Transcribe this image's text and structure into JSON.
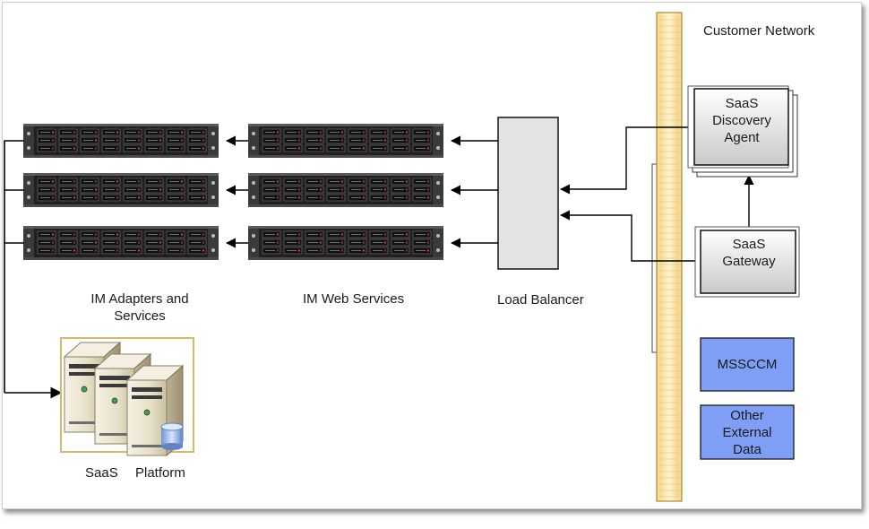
{
  "labels": {
    "customer_network": "Customer Network",
    "im_adapters": "IM Adapters and Services",
    "im_web_services": "IM Web Services",
    "load_balancer": "Load Balancer",
    "saas_platform_a": "SaaS",
    "saas_platform_b": "Platform"
  },
  "boxes": {
    "discovery_agent": "SaaS Discovery Agent",
    "gateway": "SaaS Gateway",
    "msccm": "MSSCCM",
    "other_data": "Other External Data"
  },
  "colors": {
    "firewall_fill": "#f8e3a8",
    "firewall_border": "#caa64c",
    "external_box_fill": "#7f9ff7",
    "load_balancer_fill": "#e3e3e3",
    "platform_border": "#d9b86c",
    "server_body": "#2b2b2b"
  }
}
